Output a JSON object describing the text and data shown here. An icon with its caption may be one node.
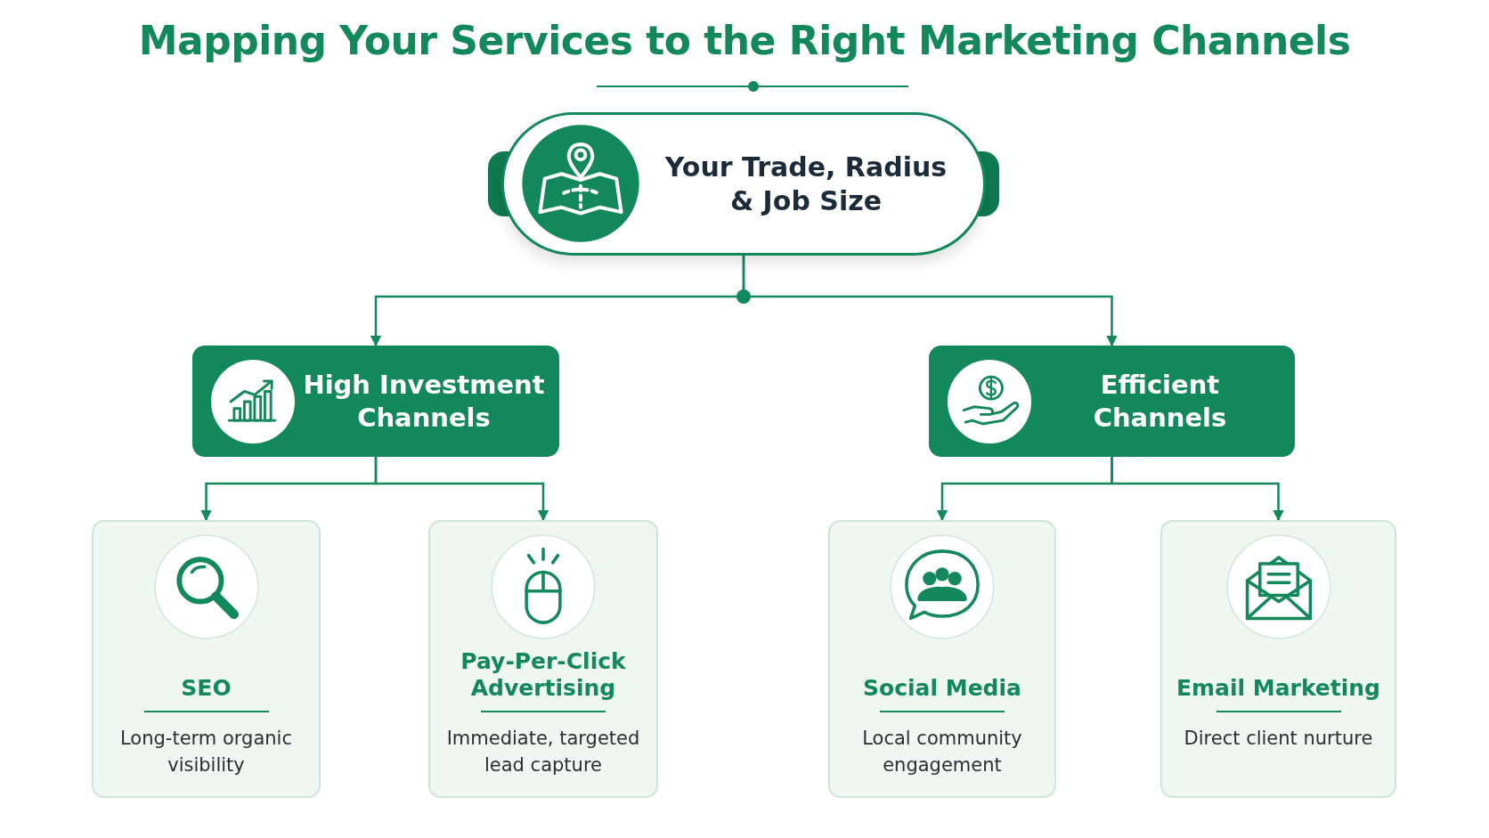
{
  "diagram": {
    "title": "Mapping Your Services to the Right Marketing Channels",
    "nodes": [
      {
        "text": [
          "Your Trade, Radius & Job Size"
        ]
      },
      {
        "text": [
          "High Investment Channels"
        ]
      },
      {
        "text": [
          "Efficient Channels"
        ]
      },
      {
        "text": [
          "SEO",
          "Long-term organic visibility"
        ]
      },
      {
        "text": [
          "Pay-Per-Click Advertising",
          "Immediate, targeted lead capture"
        ]
      },
      {
        "text": [
          "Social Media",
          "Local community engagement"
        ]
      },
      {
        "text": [
          "Email Marketing",
          "Direct client nurture"
        ]
      }
    ],
    "edges": [
      {
        "from": 0,
        "to": 1,
        "arrow": "to"
      },
      {
        "from": 0,
        "to": 2,
        "arrow": "to"
      },
      {
        "from": 1,
        "to": 3,
        "arrow": "to"
      },
      {
        "from": 1,
        "to": 4,
        "arrow": "to"
      },
      {
        "from": 2,
        "to": 5,
        "arrow": "to"
      },
      {
        "from": 2,
        "to": 6,
        "arrow": "to"
      }
    ]
  }
}
